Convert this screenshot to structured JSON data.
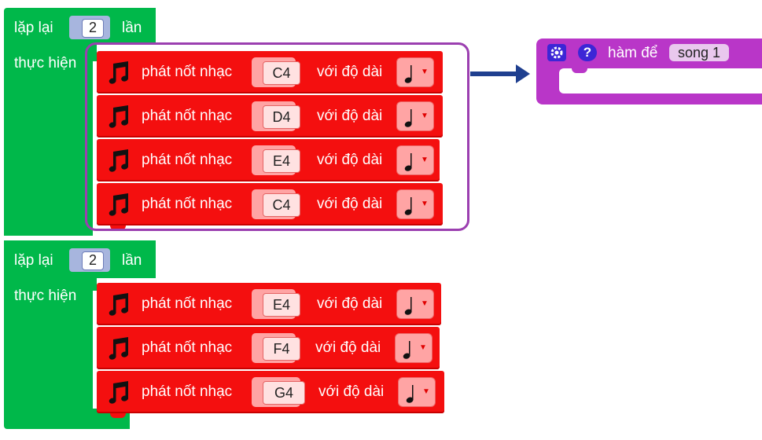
{
  "loops": [
    {
      "repeat_label": "lặp lại",
      "count": "2",
      "times_label": "lần",
      "do_label": "thực hiện",
      "notes": [
        {
          "label": "phát nốt nhạc",
          "note": "C4",
          "duration_label": "với độ dài"
        },
        {
          "label": "phát nốt nhạc",
          "note": "D4",
          "duration_label": "với độ dài"
        },
        {
          "label": "phát nốt nhạc",
          "note": "E4",
          "duration_label": "với độ dài"
        },
        {
          "label": "phát nốt nhạc",
          "note": "C4",
          "duration_label": "với độ dài"
        }
      ]
    },
    {
      "repeat_label": "lặp lại",
      "count": "2",
      "times_label": "lần",
      "do_label": "thực hiện",
      "notes": [
        {
          "label": "phát nốt nhạc",
          "note": "E4",
          "duration_label": "với độ dài"
        },
        {
          "label": "phát nốt nhạc",
          "note": "F4",
          "duration_label": "với độ dài"
        },
        {
          "label": "phát nốt nhạc",
          "note": "G4",
          "duration_label": "với độ dài"
        }
      ]
    }
  ],
  "function_block": {
    "label": "hàm để",
    "name": "song 1",
    "gear_icon": "gear-icon",
    "help_icon": "help-icon"
  },
  "colors": {
    "loop": "#00b84a",
    "note_block": "#f40f0f",
    "function": "#b936c8",
    "highlight": "#9b3fb0",
    "arrow": "#1f3f8f"
  }
}
